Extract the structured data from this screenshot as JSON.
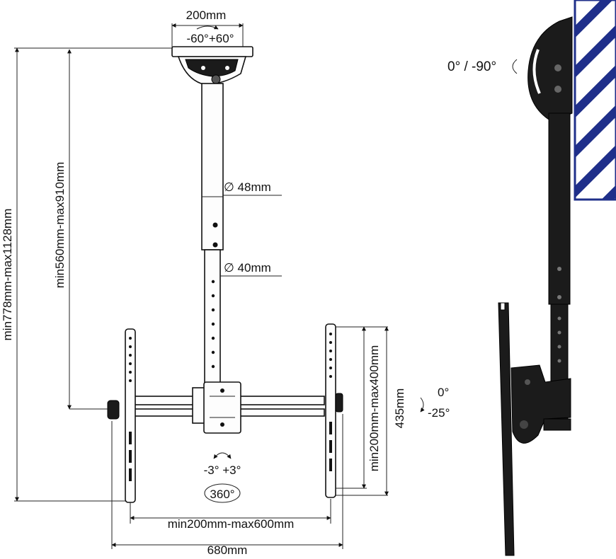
{
  "front_view": {
    "plate_width": "200mm",
    "plate_rotation": "-60°+60°",
    "upper_tube_diameter": "∅ 48mm",
    "lower_tube_diameter": "∅ 40mm",
    "total_height": "min778mm-max1128mm",
    "column_height": "min560mm-max910mm",
    "vertical_hole_spacing": "min200mm-max400mm",
    "bracket_height": "435mm",
    "swivel_angle": "-3°  +3°",
    "rotation": "360°",
    "horizontal_hole_spacing": "min200mm-max600mm",
    "overall_width": "680mm",
    "tilt_top": "0°",
    "tilt_bottom": "-25°"
  },
  "side_view": {
    "ceiling_tilt": "0° / -90°"
  },
  "colors": {
    "ceiling_outline": "#1f2f8a",
    "metal": "#1b1b1b"
  }
}
